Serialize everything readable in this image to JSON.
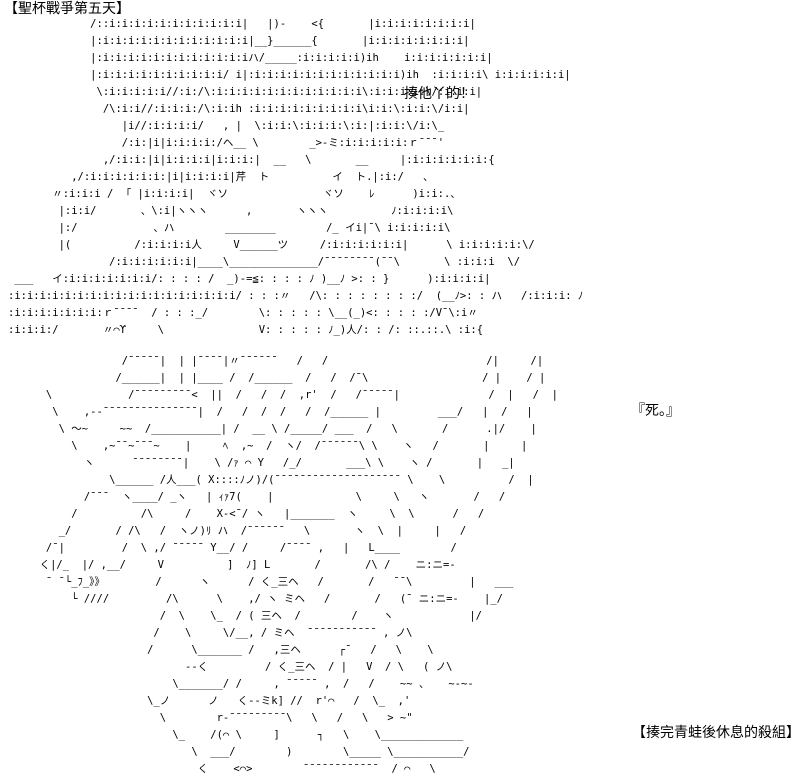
{
  "title": "【聖杯戰爭第五天】",
  "quote_1": "揍他丫的！",
  "quote_2": "『死。』",
  "footer": "【揍完青蛙後休息的殺組】",
  "art_top": [
    "             /::i:i:i:i:i:i:i:i:i:i:i|   |)-    <{       |i:i:i:i:i:i:i:i|",
    "             |:i:i:i:i:i:i:i:i:i:i:i:i|__}______{       |i:i:i:i:i:i:i:i|",
    "             |:i:i:i:i:i:i:i:i:i:i:i:iハ/_____:i:i:i:i:i)ih    i:i:i:i:i:i:i|",
    "             |:i:i:i:i:i:i:i:i:i:i/ i|:i:i:i:i:i:i:i:i:i:i:i:i)ih  :i:i:i:i\\ i:i:i:i:i:i|",
    "              \\:i:i:i:i:i//:i:/\\:i:i:i:i:i:i:i:i:i:i:i:i\\:i:i:i:i:\\/:i:i:i|",
    "               /\\:i:i//:i:i:i:/\\:i:ih :i:i:i:i:i:i:i:i:i\\i:i:\\:i:i:\\/i:i|",
    "                  |i//:i:i:i:i/   , |  \\:i:i:\\:i:i:i:\\:i:|:i:i:\\/i:\\_",
    "                  /:i:|i|i:i:i:i:/ヘ__ \\        _>-ミ:i:i:i:i:i:ｒ¯¯¯'",
    "               ,/:i:i:|i|i:i:i:i|i:i:i:|  __   \\       __     |:i:i:i:i:i:i:{",
    "          ,/:i:i:i:i:i:i:|i|i:i:i:i|芹  ト          イ  ト.|:i:/   、",
    "       〃:i:i:i /  ｢ |i:i:i:i|  ヾソ               ヾソ    ﾚ      )i:i:.、",
    "        |:i:i/       、\\:i|ヽヽヽ      ,       ヽヽヽ          ﾉ:i:i:i:i\\",
    "        |:/            、ハ        ________        /_ イi|¯\\ i:i:i:i:i\\",
    "        |(          /:i:i:i:i人     V______ツ     /:i:i:i:i:i:i|      \\ i:i:i:i:i:\\/",
    "                /:i:i:i:i:i:i|____\\______________/¯¯¯¯¯¯¯¯(¯¯\\       \\ :i:i:i  \\/",
    " ___   イ:i:i:i:i:i:i:i/: : : : /  _)-=≦: : : : ﾉ )__ﾉ >: : }      ):i:i:i:i|",
    ":i:i:i:i:i:i:i:i:i:i:i:i:i:i:i:i:i:i/ : : :〃   /\\: : : : : : : :/  (__ﾉ>: : ハ   /:i:i:i: ﾉ",
    ":i:i:i:i:i:i:i:ｒ¯¯¯¯  / : : :_/        \\: : : : : \\__(_)<: : : : :/V¯\\:i〃",
    ":i:i:i:/       〃⌒ϒ     \\               V: : : : : ﾉ_)人/: : /: ::.::.\\ :i:{"
  ],
  "art_bottom": [
    "                  /¯¯¯¯¯|  | |¯¯¯¯|〃¯¯¯¯¯¯   /   /                         /|     /|",
    "                 /______|  | |____ /  /______  /   /  /¯\\                  / |    / |",
    "      \\            /¯¯¯¯¯¯¯¯¯<  ||  /   /  /  ,r'  /   /¯¯¯¯¯|              /  |   /  |",
    "       \\    ,-‐¯¯¯¯¯¯¯¯¯¯¯¯¯¯¯|  /   /  /  /   /  /______ |         ___/   |  /   |",
    "        \\ ～~     ~~  /___________| /  __ \\ /_____/ ___  /   \\       /      .|/    |",
    "          \\    ,~¯¯~¯¯¯~    |     ﾍ  ,~  /  ヽ/  /¯¯¯¯¯¯\\ \\    ヽ   /       |     |",
    "            ヽ      ¯¯¯¯¯¯¯¯|    \\ /ｧ ⌒ Y   /_/       ___\\ \\    ヽ /       |   _|",
    "                \\______ /人___( X::::ﾉノ)/(¯¯¯¯¯¯¯¯¯¯¯¯¯¯¯¯¯¯¯¯ \\    \\          /  |",
    "            /¯¯¯  ヽ____/ _ヽ   | ｨｧ7(    |             \\     \\   ヽ       /   /",
    "          /          /\\     /    X‐<¯/ ヽ   |_______  ヽ     \\  \\      /   /",
    "        _/       / /\\   /  ヽノ)ﾘ ハ  /¯¯¯¯¯¯   \\       ヽ  \\  |     |   /",
    "      /¯|         /  \\ ,/ ¯¯¯¯¯ Y__/ /     /¯¯¯¯ ,   |   L____        /",
    "     く|/_  |/ ,__/     V          ]  ﾉ] L       /       /\\ /    ニ:ニ=-",
    "      ¯ ¯└_ﾌ_》》        /      ヽ      / く_三ヘ   /       /   ¯¯\\         |   ___",
    "          └ ////         /\\      \\    ,/ ヽ ミヘ   /       /   (¯ ニ:ニ=‐    |_/",
    "                        /  \\    \\_  / ( 三ヘ  /        /    ヽ            |/",
    "                       /    \\     \\/__, / ミヘ  ¯¯¯¯¯¯¯¯¯¯¯ , ノ\\",
    "                      /      \\_______ /   ,三ヘ      ┌¯   /   \\    \\",
    "                            --く         / く_三ヘ  / |   V  / \\   ( ノ\\",
    "                          \\_______/ /     , ¯¯¯¯¯ ,  /   /    ~~ 、   ~‐~‐",
    "                      \\_ノ      ノ   く--ミk] //  r'⌒   /  \\_  ,'",
    "                        \\        r-¯¯¯¯¯¯¯¯¯\\   \\   /   \\   > ~\"",
    "                          \\_    /(⌒ \\     ]      ┐   \\    \\_____________",
    "                             \\  ___/        )        \\_____ \\___________/",
    "                              く    <⌒>        ¯¯¯¯¯¯¯¯¯¯¯¯  / ⌒   \\"
  ]
}
